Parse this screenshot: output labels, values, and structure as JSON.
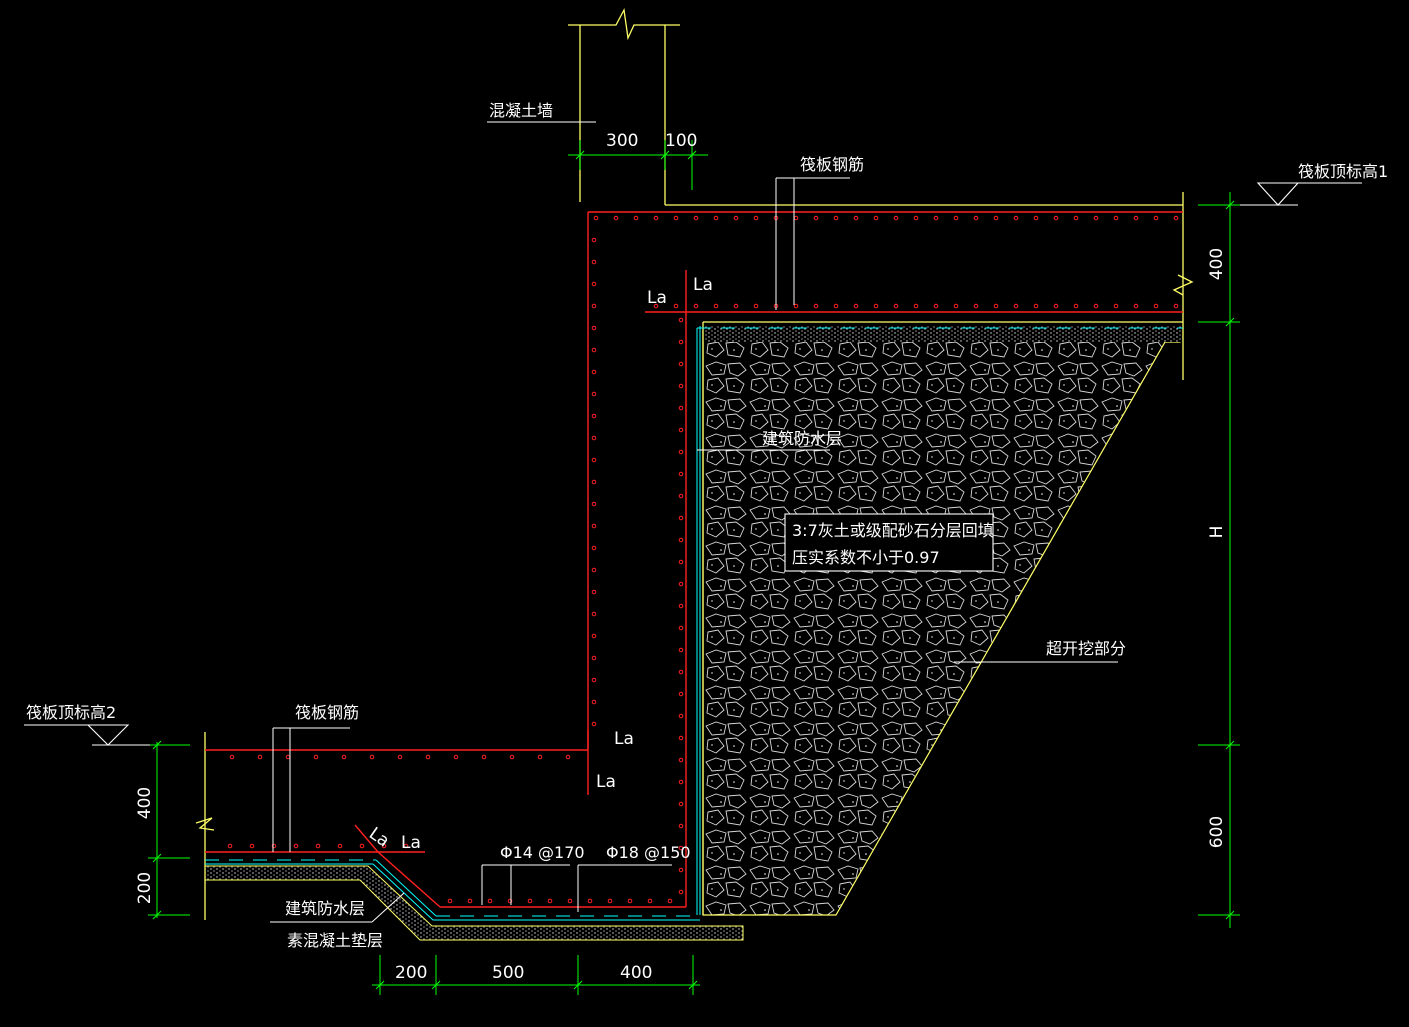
{
  "labels": {
    "wall": "混凝土墙",
    "raft_rebar_top": "筏板钢筋",
    "raft_rebar_bottom": "筏板钢筋",
    "raft_top_elev_1": "筏板顶标高1",
    "raft_top_elev_2": "筏板顶标高2",
    "waterproof_wall": "建筑防水层",
    "waterproof_bottom": "建筑防水层",
    "plain_concrete_cushion": "素混凝土垫层",
    "backfill_line1": "3:7灰土或级配砂石分层回填",
    "backfill_line2": "压实系数不小于0.97",
    "over_excavation": "超开挖部分",
    "rebar_1": "Φ14 @170",
    "rebar_2": "Φ18 @150",
    "la": "La"
  },
  "dimensions": {
    "wall_thickness": "300",
    "wall_offset": "100",
    "slab1_thickness": "400",
    "height": "H",
    "bottom_600": "600",
    "slab2_thickness": "400",
    "cushion_200": "200",
    "bottom_200": "200",
    "bottom_500": "500",
    "bottom_400": "400"
  },
  "colors": {
    "background": "#000000",
    "concrete_outline": "#ffff66",
    "rebar": "#ff2020",
    "dimension": "#00ff00",
    "leader": "#ffffff",
    "waterproof": "#00ffff"
  }
}
